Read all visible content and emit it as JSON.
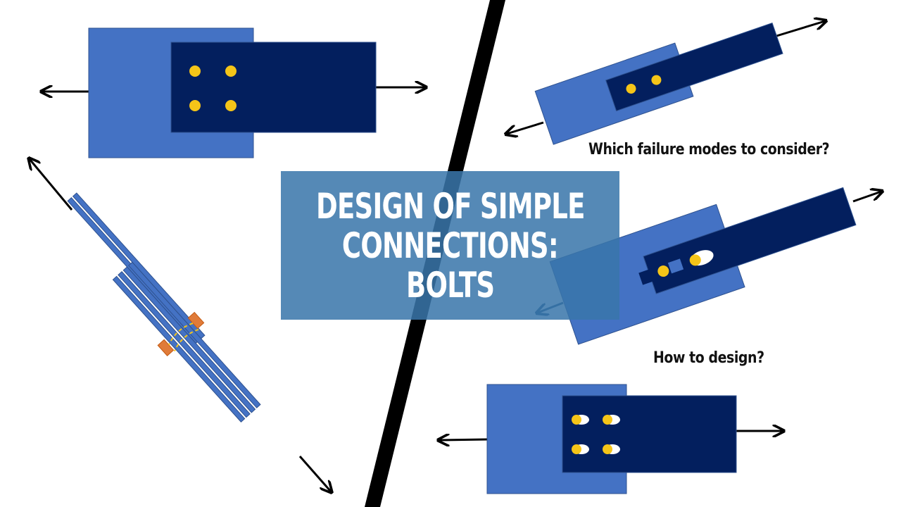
{
  "title": {
    "lines": [
      "DESIGN OF SIMPLE",
      "CONNECTIONS:",
      "BOLTS"
    ]
  },
  "questions": {
    "failure_modes": "Which failure modes to consider?",
    "how_to_design": "How to design?"
  },
  "colors": {
    "light_plate": "#4472c4",
    "dark_plate": "#031f5e",
    "bolt": "#f5c518",
    "gusset": "#e07b39",
    "divider": "#000000",
    "title_box": "#3976aa",
    "arrow": "#000000"
  },
  "icons": [
    "bolt-icon",
    "arrow-icon",
    "bolt-hole-icon"
  ]
}
